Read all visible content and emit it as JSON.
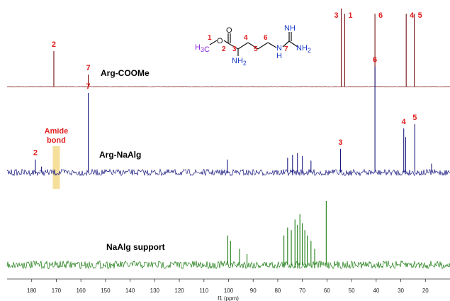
{
  "chart_data": {
    "type": "line",
    "title": "",
    "xlabel": "f1 (ppm)",
    "ylabel": "",
    "xlim": [
      190,
      10
    ],
    "x_reversed": true,
    "x_ticks": [
      180,
      170,
      160,
      150,
      140,
      130,
      120,
      110,
      100,
      90,
      80,
      70,
      60,
      50,
      40,
      30,
      20
    ],
    "grid": false,
    "series": [
      {
        "name": "Arg-COOMe",
        "color": "#7a1010",
        "label_color": "#8b1a1a",
        "peaks": [
          {
            "ppm": 171.0,
            "height": 1.0,
            "label": "2"
          },
          {
            "ppm": 157.0,
            "height": 0.34,
            "label": "7"
          },
          {
            "ppm": 54.2,
            "height": 2.2,
            "label": "3"
          },
          {
            "ppm": 52.8,
            "height": 2.05,
            "label": "1"
          },
          {
            "ppm": 40.5,
            "height": 2.05,
            "label": "6"
          },
          {
            "ppm": 27.8,
            "height": 2.05,
            "label": "4"
          },
          {
            "ppm": 24.5,
            "height": 2.05,
            "label": "5"
          }
        ]
      },
      {
        "name": "Arg-NaAlg",
        "color": "#1a1a80",
        "label_color": "#1a2a8a",
        "peaks": [
          {
            "ppm": 178.5,
            "height": 0.22,
            "label": "2"
          },
          {
            "ppm": 176.0,
            "height": 0.1,
            "label": ""
          },
          {
            "ppm": 157.0,
            "height": 1.35,
            "label": "7"
          },
          {
            "ppm": 100.5,
            "height": 0.22,
            "label": ""
          },
          {
            "ppm": 76.0,
            "height": 0.25,
            "label": ""
          },
          {
            "ppm": 74.0,
            "height": 0.3,
            "label": ""
          },
          {
            "ppm": 72.0,
            "height": 0.33,
            "label": ""
          },
          {
            "ppm": 70.0,
            "height": 0.28,
            "label": ""
          },
          {
            "ppm": 66.5,
            "height": 0.2,
            "label": ""
          },
          {
            "ppm": 54.5,
            "height": 0.4,
            "label": "3"
          },
          {
            "ppm": 40.5,
            "height": 1.8,
            "label": "6"
          },
          {
            "ppm": 28.8,
            "height": 0.75,
            "label": "4"
          },
          {
            "ppm": 28.0,
            "height": 0.6,
            "label": ""
          },
          {
            "ppm": 24.3,
            "height": 0.82,
            "label": "5"
          },
          {
            "ppm": 17.5,
            "height": 0.15,
            "label": ""
          }
        ],
        "annotation": {
          "text": [
            "Amide",
            "bond"
          ],
          "ppm": 170.0,
          "highlight_color": "#f5d98a"
        }
      },
      {
        "name": "NaAlg support",
        "color": "#1a7a10",
        "label_color": "#2a9a10",
        "peaks": [
          {
            "ppm": 100.3,
            "height": 0.55,
            "label": ""
          },
          {
            "ppm": 99.2,
            "height": 0.45,
            "label": ""
          },
          {
            "ppm": 95.5,
            "height": 0.3,
            "label": ""
          },
          {
            "ppm": 92.5,
            "height": 0.2,
            "label": ""
          },
          {
            "ppm": 77.5,
            "height": 0.55,
            "label": ""
          },
          {
            "ppm": 76.0,
            "height": 0.7,
            "label": ""
          },
          {
            "ppm": 74.5,
            "height": 0.65,
            "label": ""
          },
          {
            "ppm": 73.0,
            "height": 0.85,
            "label": ""
          },
          {
            "ppm": 72.0,
            "height": 0.75,
            "label": ""
          },
          {
            "ppm": 71.0,
            "height": 0.95,
            "label": ""
          },
          {
            "ppm": 70.0,
            "height": 0.78,
            "label": ""
          },
          {
            "ppm": 69.0,
            "height": 0.65,
            "label": ""
          },
          {
            "ppm": 68.0,
            "height": 0.55,
            "label": ""
          },
          {
            "ppm": 66.5,
            "height": 0.45,
            "label": ""
          },
          {
            "ppm": 65.0,
            "height": 0.3,
            "label": ""
          },
          {
            "ppm": 60.3,
            "height": 1.2,
            "label": ""
          }
        ]
      }
    ]
  },
  "structure": {
    "atoms": {
      "h3c": "H3C",
      "o_ester": "O",
      "o_carbonyl": "O",
      "nh2_alpha": "NH2",
      "nh": "N",
      "h_nh": "H",
      "nh_imine": "NH",
      "nh2_guan": "NH2"
    },
    "numbers": [
      "1",
      "2",
      "3",
      "4",
      "5",
      "6",
      "7"
    ],
    "colors": {
      "methyl": "#8a2be2",
      "nitrogen": "#1a3ac8",
      "numbers": "#e02020",
      "bonds": "#111111"
    }
  }
}
